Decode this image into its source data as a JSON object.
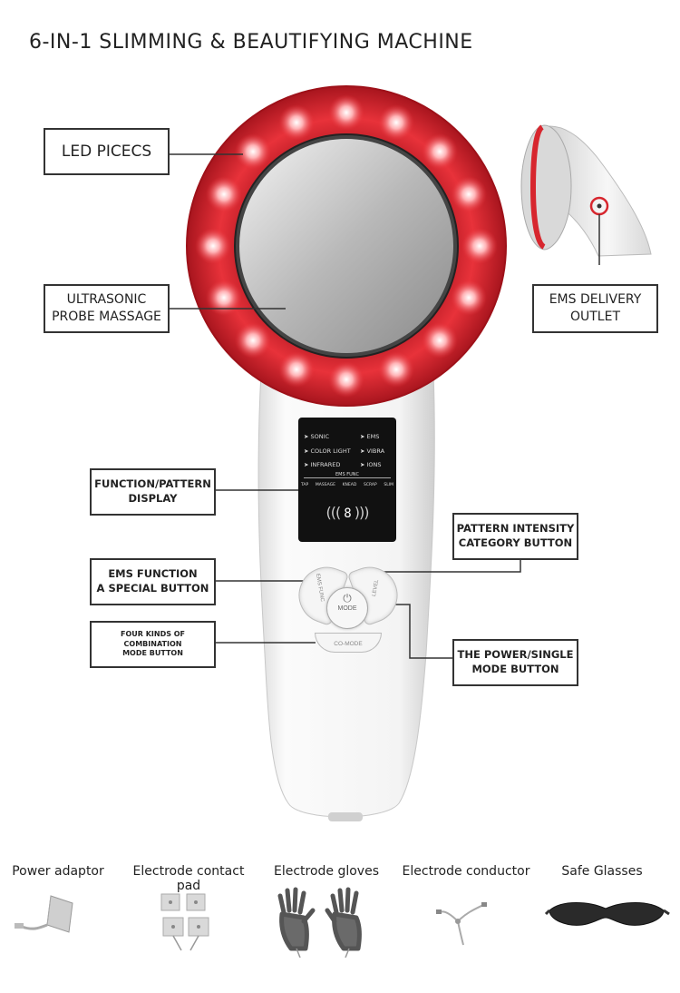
{
  "title": "6-IN-1 SLIMMING & BEAUTIFYING MACHINE",
  "callouts": {
    "led": "LED PICECS",
    "ultrasonic_l1": "ULTRASONIC",
    "ultrasonic_l2": "PROBE MASSAGE",
    "ems_outlet_l1": "EMS DELIVERY",
    "ems_outlet_l2": "OUTLET",
    "display_l1": "FUNCTION/PATTERN",
    "display_l2": "DISPLAY",
    "intensity_l1": "PATTERN INTENSITY",
    "intensity_l2": "CATEGORY BUTTON",
    "ems_func_l1": "EMS FUNCTION",
    "ems_func_l2": "A SPECIAL BUTTON",
    "combo_l1": "FOUR KINDS OF COMBINATION",
    "combo_l2": "MODE BUTTON",
    "power_l1": "THE POWER/SINGLE",
    "power_l2": "MODE BUTTON"
  },
  "display_panel": {
    "left_items": [
      "SONIC",
      "COLOR LIGHT",
      "INFRARED"
    ],
    "right_items": [
      "EMS",
      "VIBRA",
      "IONS"
    ],
    "ems_func": "EMS FUNC",
    "ems_modes": [
      "TAP",
      "MASSAGE",
      "KNEAD",
      "SCRAP",
      "SLIM"
    ],
    "digit": "8"
  },
  "buttons": {
    "ems_func": "EMS FUNC",
    "level": "LEVEL",
    "mode": "MODE",
    "co_mode": "CO-MODE"
  },
  "accessories": [
    {
      "label": "Power adaptor",
      "icon": "power-adaptor-icon"
    },
    {
      "label": "Electrode contact pad",
      "icon": "electrode-pad-icon"
    },
    {
      "label": "Electrode gloves",
      "icon": "electrode-gloves-icon"
    },
    {
      "label": "Electrode conductor",
      "icon": "electrode-conductor-icon"
    },
    {
      "label": "Safe Glasses",
      "icon": "safe-glasses-icon"
    }
  ],
  "colors": {
    "led_red": "#e8323a",
    "body_white": "#f2f2f2",
    "display_black": "#111111"
  }
}
